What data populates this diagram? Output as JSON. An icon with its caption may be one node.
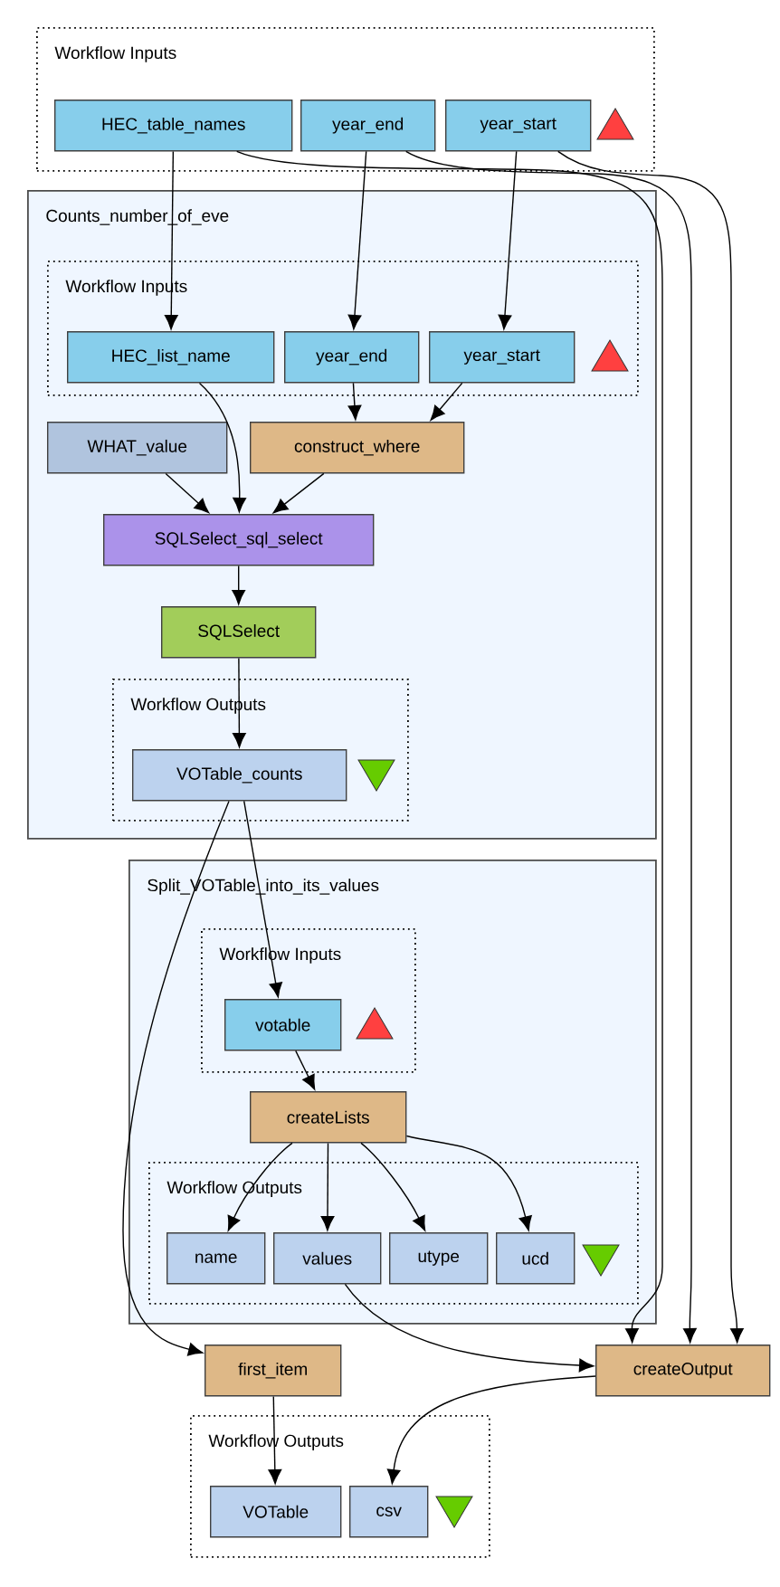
{
  "diagram": {
    "nodes": [
      {
        "text": [
          "Workflow Inputs"
        ]
      },
      {
        "text": [
          "HEC_table_names"
        ],
        "in": 0
      },
      {
        "text": [
          "year_end"
        ],
        "in": 0
      },
      {
        "text": [
          "year_start"
        ],
        "in": 0
      },
      {
        "text": [
          "Counts_number_of_eve"
        ]
      },
      {
        "text": [
          "Workflow Inputs"
        ],
        "in": 4
      },
      {
        "text": [
          "HEC_list_name"
        ],
        "in": 5
      },
      {
        "text": [
          "year_end"
        ],
        "in": 5
      },
      {
        "text": [
          "year_start"
        ],
        "in": 5
      },
      {
        "text": [
          "WHAT_value"
        ],
        "in": 4
      },
      {
        "text": [
          "construct_where"
        ],
        "in": 4
      },
      {
        "text": [
          "SQLSelect_sql_select"
        ],
        "in": 4
      },
      {
        "text": [
          "SQLSelect"
        ],
        "in": 4
      },
      {
        "text": [
          "Workflow Outputs"
        ],
        "in": 4
      },
      {
        "text": [
          "VOTable_counts"
        ],
        "in": 13
      },
      {
        "text": [
          "Split_VOTable_into_its_values"
        ]
      },
      {
        "text": [
          "Workflow Inputs"
        ],
        "in": 15
      },
      {
        "text": [
          "votable"
        ],
        "in": 16
      },
      {
        "text": [
          "createLists"
        ],
        "in": 15
      },
      {
        "text": [
          "Workflow Outputs"
        ],
        "in": 15
      },
      {
        "text": [
          "name"
        ],
        "in": 19
      },
      {
        "text": [
          "values"
        ],
        "in": 19
      },
      {
        "text": [
          "utype"
        ],
        "in": 19
      },
      {
        "text": [
          "ucd"
        ],
        "in": 19
      },
      {
        "text": [
          "first_item"
        ]
      },
      {
        "text": [
          "createOutput"
        ]
      },
      {
        "text": [
          "Workflow Outputs"
        ]
      },
      {
        "text": [
          "VOTable"
        ],
        "in": 26
      },
      {
        "text": [
          "csv"
        ],
        "in": 26
      }
    ],
    "edges": [
      {
        "from": 1,
        "to": 6,
        "arrow": "to"
      },
      {
        "from": 2,
        "to": 7,
        "arrow": "to"
      },
      {
        "from": 3,
        "to": 8,
        "arrow": "to"
      },
      {
        "from": 1,
        "to": 25,
        "arrow": "to"
      },
      {
        "from": 2,
        "to": 25,
        "arrow": "to"
      },
      {
        "from": 3,
        "to": 25,
        "arrow": "to"
      },
      {
        "from": 7,
        "to": 10,
        "arrow": "to"
      },
      {
        "from": 8,
        "to": 10,
        "arrow": "to"
      },
      {
        "from": 6,
        "to": 11,
        "arrow": "to"
      },
      {
        "from": 9,
        "to": 11,
        "arrow": "to"
      },
      {
        "from": 10,
        "to": 11,
        "arrow": "to"
      },
      {
        "from": 11,
        "to": 12,
        "arrow": "to"
      },
      {
        "from": 12,
        "to": 14,
        "arrow": "to"
      },
      {
        "from": 14,
        "to": 17,
        "arrow": "to"
      },
      {
        "from": 14,
        "to": 24,
        "arrow": "to"
      },
      {
        "from": 17,
        "to": 18,
        "arrow": "to"
      },
      {
        "from": 18,
        "to": 20,
        "arrow": "to"
      },
      {
        "from": 18,
        "to": 21,
        "arrow": "to"
      },
      {
        "from": 18,
        "to": 22,
        "arrow": "to"
      },
      {
        "from": 18,
        "to": 23,
        "arrow": "to"
      },
      {
        "from": 21,
        "to": 25,
        "arrow": "to"
      },
      {
        "from": 24,
        "to": 27,
        "arrow": "to"
      },
      {
        "from": 25,
        "to": 28,
        "arrow": "to"
      }
    ]
  }
}
